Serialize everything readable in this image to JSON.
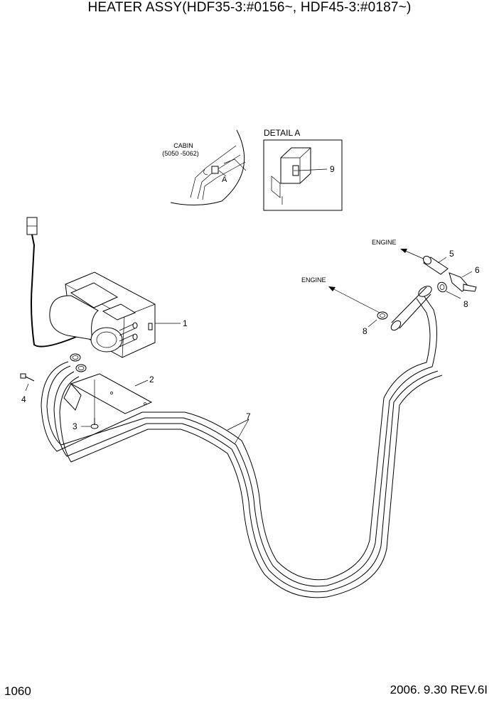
{
  "title": "HEATER ASSY(HDF35-3:#0156~, HDF45-3:#0187~)",
  "detail_label": "DETAIL A",
  "cabin_label": "CABIN",
  "cabin_range": "(5050 -5062)",
  "detail_marker": "A",
  "engine_labels": [
    "ENGINE",
    "ENGINE"
  ],
  "callouts": {
    "c1": "1",
    "c2": "2",
    "c3": "3",
    "c4": "4",
    "c5": "5",
    "c6": "6",
    "c7": "7",
    "c8a": "8",
    "c8b": "8",
    "c9": "9"
  },
  "footer": {
    "page_number": "1060",
    "revision": "2006. 9.30 REV.6I"
  }
}
